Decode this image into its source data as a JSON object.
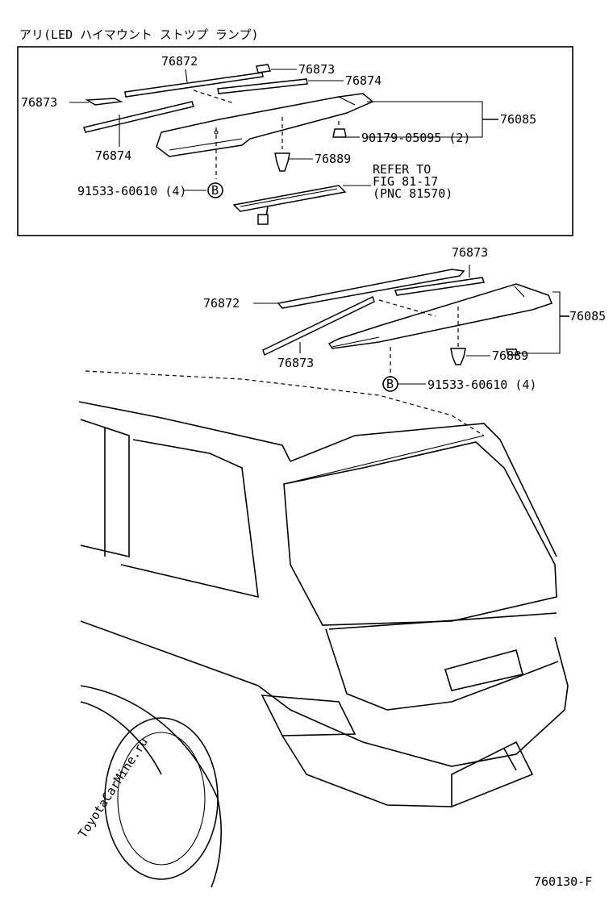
{
  "watermark": "ToyotaCarMine.ru",
  "variant_title": "アリ(LED ハイマウント ストツプ ランプ)",
  "figure_code": "760130-F",
  "upper_labels": {
    "p76872": "76872",
    "p76873_right": "76873",
    "p76874_right": "76874",
    "p76873_left": "76873",
    "p76874_left": "76874",
    "p76085": "76085",
    "bolt": "90179-05095 (2)",
    "clip": "76889",
    "screw": "91533-60610 (4)",
    "refer_line1": "REFER TO",
    "refer_line2": "FIG 81-17",
    "refer_line3": "(PNC 81570)",
    "callout": "B"
  },
  "lower_labels": {
    "p76873_top": "76873",
    "p76872": "76872",
    "p76085": "76085",
    "p76873_bottom": "76873",
    "clip": "76889",
    "screw": "91533-60610 (4)",
    "callout": "B"
  }
}
